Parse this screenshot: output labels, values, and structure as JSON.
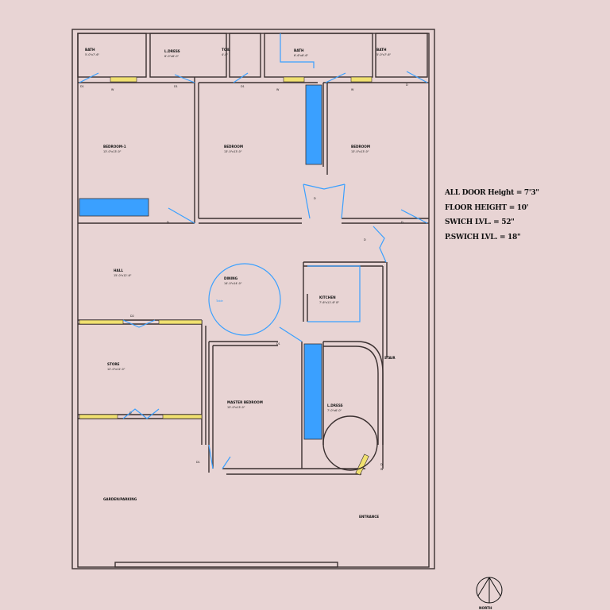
{
  "notes": [
    "ALL DOOR Height = 7'3\"",
    "FLOOR HEIGHT = 10'",
    "SWICH LVL. = 52\"",
    "P.SWICH LVL. = 18\""
  ],
  "rooms": [
    {
      "key": "r1",
      "name": "BATH",
      "size": "5'-0\"x7'-6\""
    },
    {
      "key": "r2",
      "name": "L.DRESS",
      "size": "6'-0\"x6'-0\""
    },
    {
      "key": "r3",
      "name": "TOIL",
      "size": "4'-0\""
    },
    {
      "key": "r4",
      "name": "BATH",
      "size": "6'-6\"x6'-6\""
    },
    {
      "key": "r5",
      "name": "BATH",
      "size": "5'-0\"x7'-6\""
    },
    {
      "key": "r6",
      "name": "BEDROOM-1",
      "size": "13'-0\"x13'-0\""
    },
    {
      "key": "r7",
      "name": "BEDROOM",
      "size": "13'-0\"x13'-0\""
    },
    {
      "key": "r8",
      "name": "BEDROOM",
      "size": "13'-0\"x13'-0\""
    },
    {
      "key": "r9",
      "name": "HALL",
      "size": "15'-0\"x12'-6\""
    },
    {
      "key": "r10",
      "name": "DINING",
      "size": "14'-0\"x14'-0\""
    },
    {
      "key": "r11",
      "name": "KITCHEN",
      "size": "7'-6\"x11'-6\" 8\""
    },
    {
      "key": "r12",
      "name": "STORE",
      "size": "12'-0\"x12'-0\""
    },
    {
      "key": "r13",
      "name": "MASTER BEDROOM",
      "size": "13'-0\"x13'-0\""
    },
    {
      "key": "r14",
      "name": "L.DRESS",
      "size": "7'-0\"x6'-0\""
    }
  ],
  "labels": {
    "table": "Table",
    "garden": "GARDEN/PARKING",
    "entrance": "ENTRANCE",
    "stair": "STAIR",
    "compass": "NORTH"
  },
  "door_tags": [
    "D1",
    "D1",
    "D1",
    "D",
    "D",
    "D",
    "D",
    "D",
    "D2",
    "D1",
    "D",
    "D1",
    "D"
  ],
  "window_tags": [
    "W",
    "W",
    "W",
    "W"
  ],
  "colors": {
    "background": "#e8d4d4",
    "wall": "#3a3030",
    "door": "#3aa0ff",
    "window": "#f0e070",
    "wardrobe": "#3aa0ff"
  }
}
